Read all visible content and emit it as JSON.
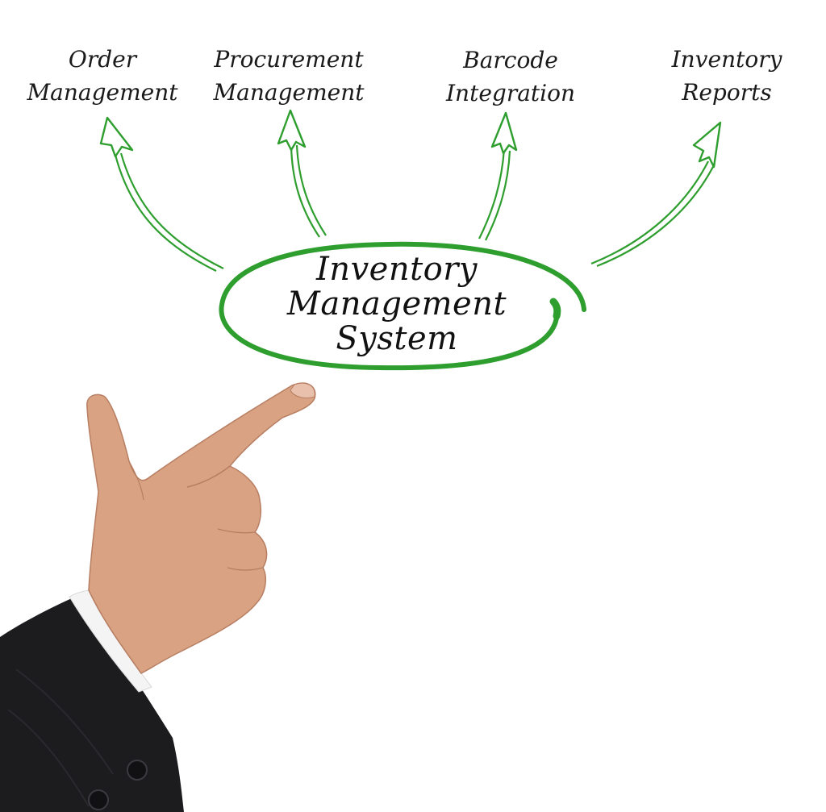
{
  "center": {
    "line1": "Inventory",
    "line2": "Management",
    "line3": "System"
  },
  "branches": [
    {
      "line1": "Order",
      "line2": "Management"
    },
    {
      "line1": "Procurement",
      "line2": "Management"
    },
    {
      "line1": "Barcode",
      "line2": "Integration"
    },
    {
      "line1": "Inventory",
      "line2": "Reports"
    }
  ],
  "colors": {
    "accent": "#2e9e2e",
    "text": "#1a1a1a",
    "suit": "#1c1c1f",
    "skin": "#d9a283"
  },
  "icons": {
    "pointer": "pointing-hand-icon"
  }
}
